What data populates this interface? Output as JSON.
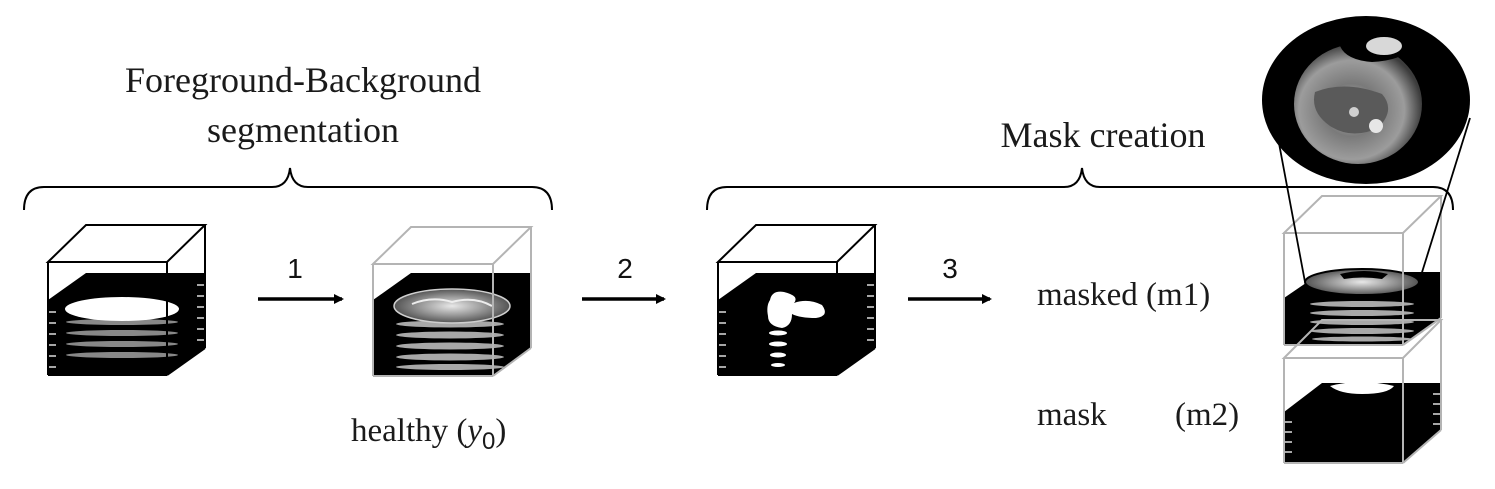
{
  "sections": {
    "segmentation_title_line1": "Foreground-Background",
    "segmentation_title_line2": "segmentation",
    "mask_title": "Mask creation"
  },
  "steps": {
    "step1": "1",
    "step2": "2",
    "step3": "3"
  },
  "labels": {
    "healthy_prefix": "healthy (",
    "healthy_var": "y",
    "healthy_sub": "0",
    "healthy_suffix": ")",
    "masked": "masked (m1)",
    "mask": "mask",
    "mask_code": "(m2)"
  },
  "colors": {
    "black_edge": "#000000",
    "gray_edge": "#b4b4b4",
    "slice_fill": "#000000",
    "brace": "#000000"
  }
}
